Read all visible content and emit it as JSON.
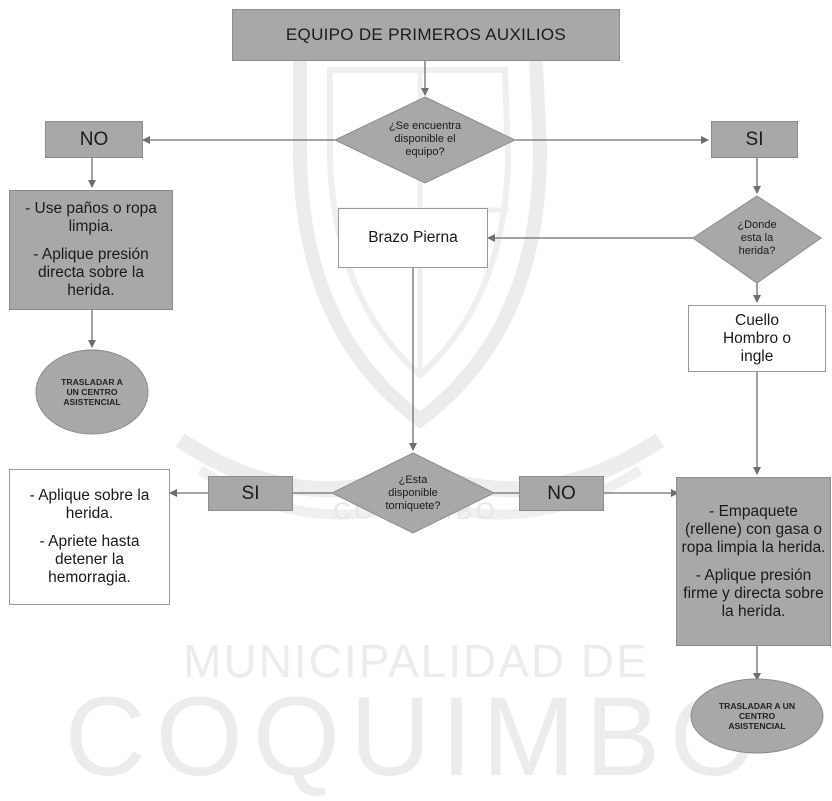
{
  "watermark": {
    "line1": "MUNICIPALIDAD DE",
    "line2": "COQUIMBO",
    "emblem_text": "COQUIMBO"
  },
  "colors": {
    "box_fill": "#a8a8a8",
    "box_border": "#8c8c8c",
    "arrow": "#6e6e6e",
    "white_box_border": "#9a9a9a"
  },
  "flow": {
    "title": "EQUIPO DE PRIMEROS AUXILIOS",
    "q_equipment": [
      "¿Se encuentra",
      "disponible el",
      "equipo?"
    ],
    "no_left": "NO",
    "si_right": "SI",
    "no_equipment_steps": [
      "- Use paños o ropa limpia.",
      "- Aplique presión directa sobre la herida."
    ],
    "transfer_left": [
      "TRASLADAR A",
      "UN CENTRO",
      "ASISTENCIAL"
    ],
    "q_where": [
      "¿Donde",
      "esta la",
      "herida?"
    ],
    "limb_box": "Brazo Pierna",
    "neck_box": [
      "Cuello",
      "Hombro o",
      "ingle"
    ],
    "q_tourniquet": [
      "¿Esta",
      "disponible",
      "torniquete?"
    ],
    "si_tourniquet": "SI",
    "no_tourniquet": "NO",
    "tourniquet_steps": [
      "- Aplique sobre la herida.",
      "- Apriete hasta detener la hemorragia."
    ],
    "pack_steps": [
      "- Empaquete (rellene) con gasa o ropa limpia la herida.",
      "- Aplique presión firme y directa sobre la herida."
    ],
    "transfer_right": [
      "TRASLADAR A UN",
      "CENTRO",
      "ASISTENCIAL"
    ]
  }
}
